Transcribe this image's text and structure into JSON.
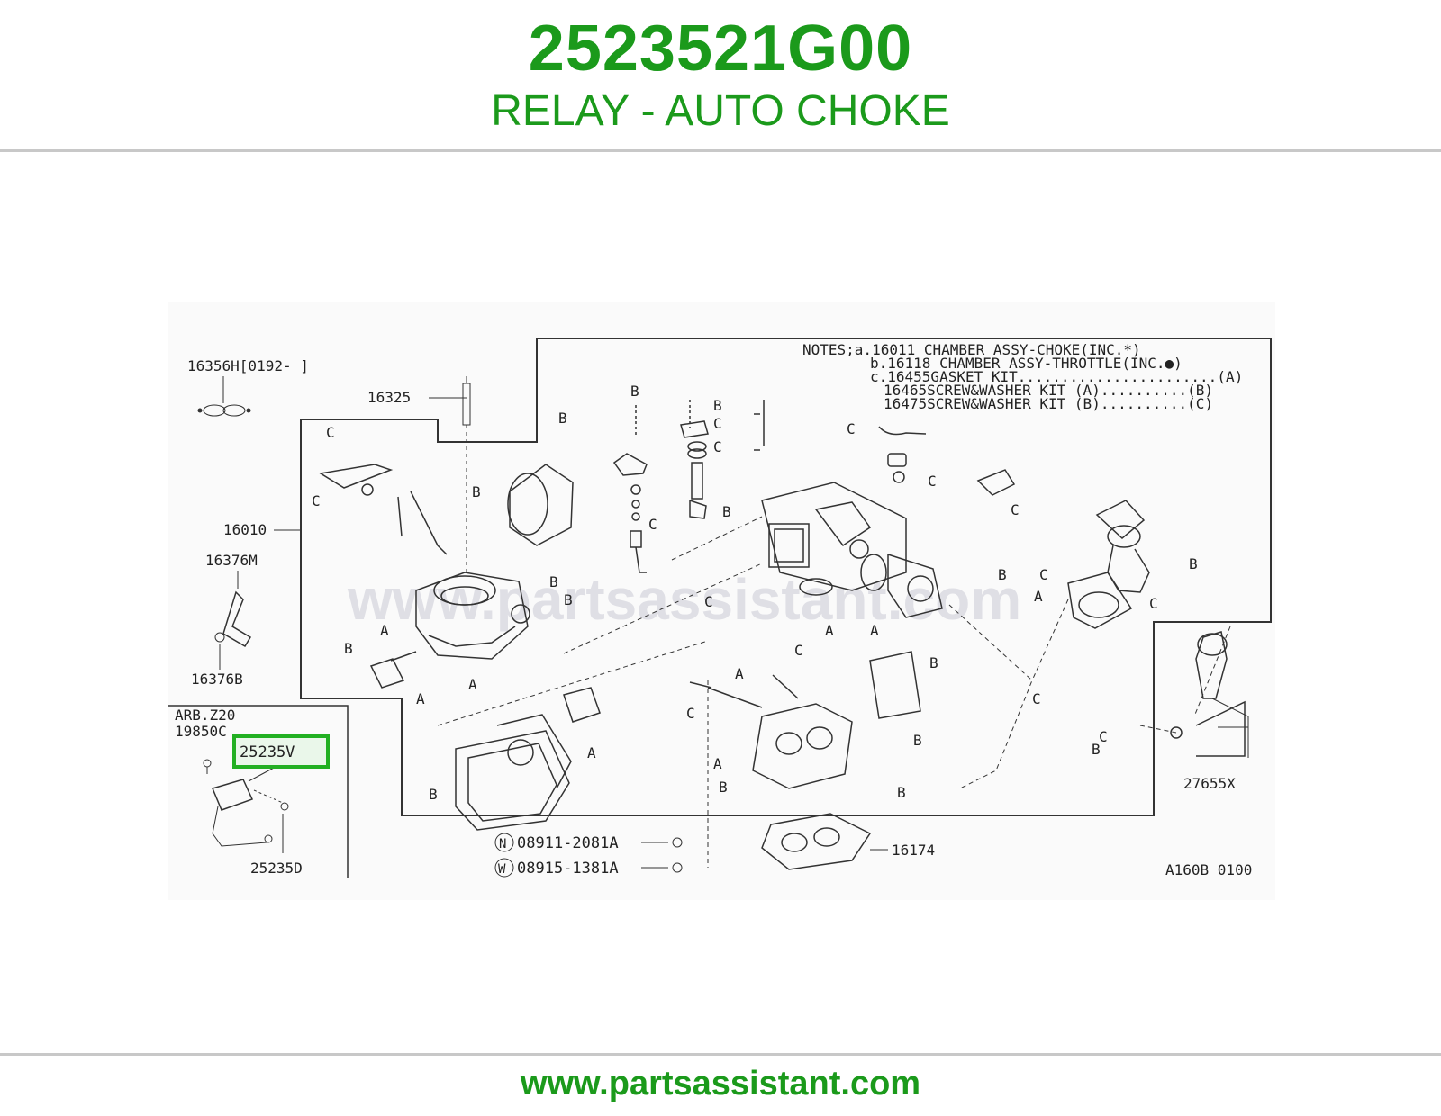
{
  "header": {
    "part_number": "2523521G00",
    "part_name": "RELAY - AUTO CHOKE"
  },
  "footer": {
    "url": "www.partsassistant.com"
  },
  "watermark": "www.partsassistant.com",
  "highlight_color": "#22b022",
  "brand_color": "#1b9a1b",
  "diagram": {
    "notes": [
      "NOTES;a.16011 CHAMBER ASSY-CHOKE(INC.*)",
      "b.16118 CHAMBER ASSY-THROTTLE(INC.●)",
      "c.16455GASKET KIT.......................(A)",
      "16465SCREW&WASHER KIT (A)..........(B)",
      "16475SCREW&WASHER KIT (B)..........(C)"
    ],
    "parts": {
      "p16356H": "16356H[0192-  ]",
      "p16325": "16325",
      "p16010": "16010",
      "p16376M": "16376M",
      "p16376B": "16376B",
      "arb": "ARB.Z20",
      "p19850C": "19850C",
      "p25235V": "25235V",
      "p25235D": "25235D",
      "p08911": "08911-2081A",
      "p08915": "08915-1381A",
      "n_mark": "N",
      "w_mark": "W",
      "p16174": "16174",
      "p27655X": "27655X",
      "code": "A160B 0100"
    },
    "letters": {
      "a": "A",
      "b": "B",
      "c": "C"
    }
  }
}
